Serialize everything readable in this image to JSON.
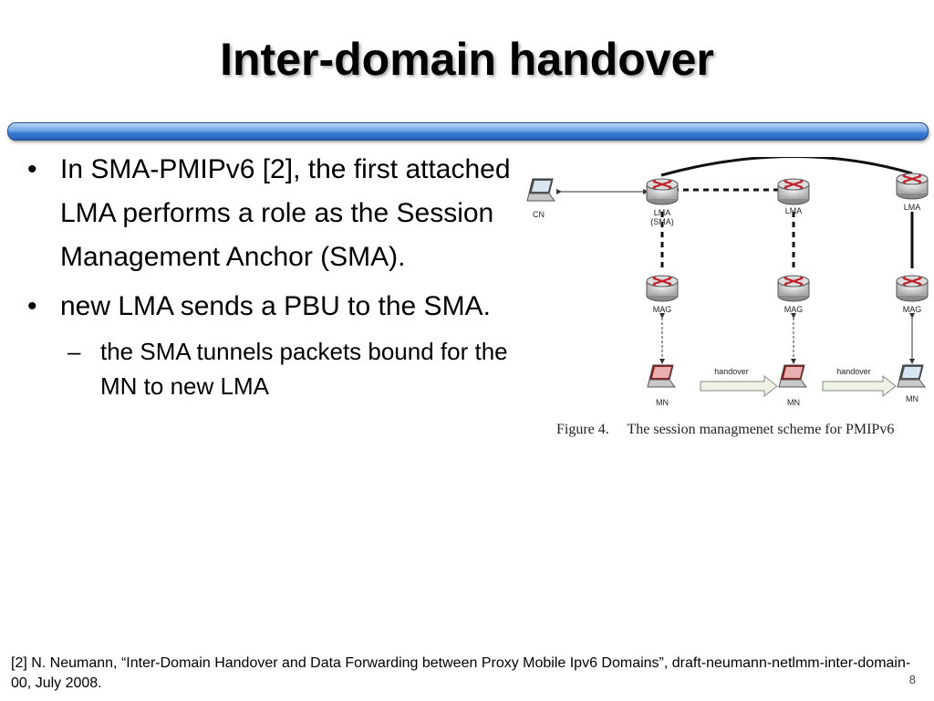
{
  "slide": {
    "title": "Inter-domain handover",
    "page_number": "8"
  },
  "bullets": [
    {
      "marker": "•",
      "text": "In SMA-PMIPv6 [2], the first attached LMA performs a role as the Session Management Anchor (SMA)."
    },
    {
      "marker": "•",
      "text": "new LMA sends a PBU to the SMA."
    }
  ],
  "sub_bullets": [
    {
      "marker": "–",
      "text": "the SMA tunnels packets bound for the MN to new LMA"
    }
  ],
  "figure": {
    "caption_number": "Figure 4.",
    "caption_text": "The session managmenet scheme for PMIPv6",
    "labels": {
      "cn": "CN",
      "lma1": "LMA",
      "lma1_sub": "(SMA)",
      "lma2": "LMA",
      "lma3": "LMA",
      "mag1": "MAG",
      "mag2": "MAG",
      "mag3": "MAG",
      "mn1": "MN",
      "mn2": "MN",
      "mn3": "MN",
      "handover1": "handover",
      "handover2": "handover"
    }
  },
  "footnote": "[2] N. Neumann, “Inter-Domain Handover and Data Forwarding between Proxy Mobile Ipv6 Domains”, draft-neumann-netlmm-inter-domain-00, July 2008."
}
